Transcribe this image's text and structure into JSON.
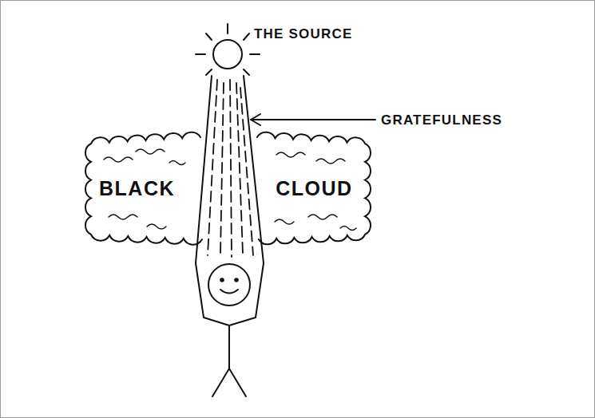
{
  "diagram": {
    "nodes": [
      {
        "text": [
          "BLACK"
        ]
      },
      {
        "text": [
          "CLOUD"
        ]
      }
    ],
    "labels": [
      "THE SOURCE",
      "GRATEFULNESS"
    ]
  }
}
